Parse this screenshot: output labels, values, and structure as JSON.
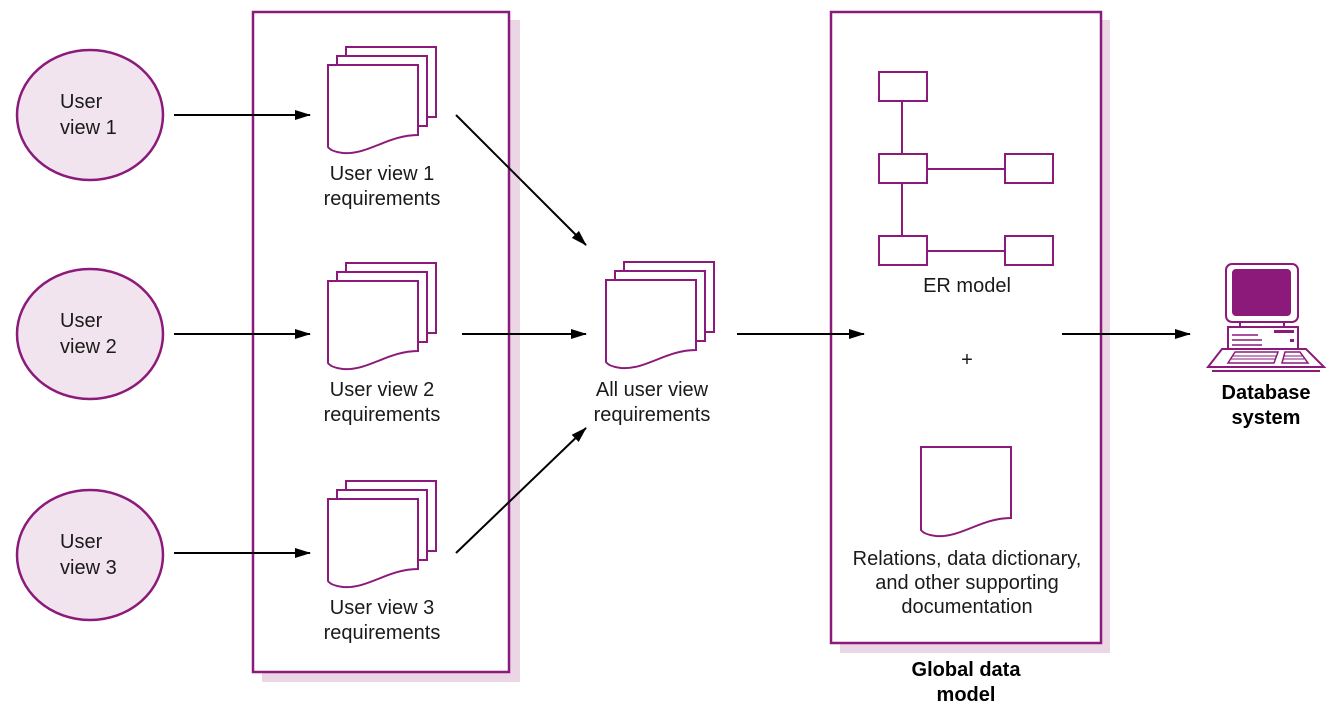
{
  "colors": {
    "accent": "#8b1a7a",
    "ellipse_fill": "#f2e4ee",
    "shadow": "#ead6e4",
    "arrow": "#000000"
  },
  "user_views": [
    {
      "line1": "User",
      "line2": "view 1"
    },
    {
      "line1": "User",
      "line2": "view 2"
    },
    {
      "line1": "User",
      "line2": "view 3"
    }
  ],
  "requirements": [
    {
      "line1": "User view 1",
      "line2": "requirements"
    },
    {
      "line1": "User view 2",
      "line2": "requirements"
    },
    {
      "line1": "User view 3",
      "line2": "requirements"
    }
  ],
  "merged": {
    "line1": "All user view",
    "line2": "requirements"
  },
  "global_model": {
    "er_label": "ER model",
    "plus": "+",
    "doc_line1": "Relations, data dictionary,",
    "doc_line2": "and other supporting",
    "doc_line3": "documentation",
    "title_line1": "Global data",
    "title_line2": "model"
  },
  "database": {
    "line1": "Database",
    "line2": "system"
  },
  "icons": {
    "document_stack": "document-stack-icon",
    "document": "document-icon",
    "computer": "computer-icon"
  }
}
